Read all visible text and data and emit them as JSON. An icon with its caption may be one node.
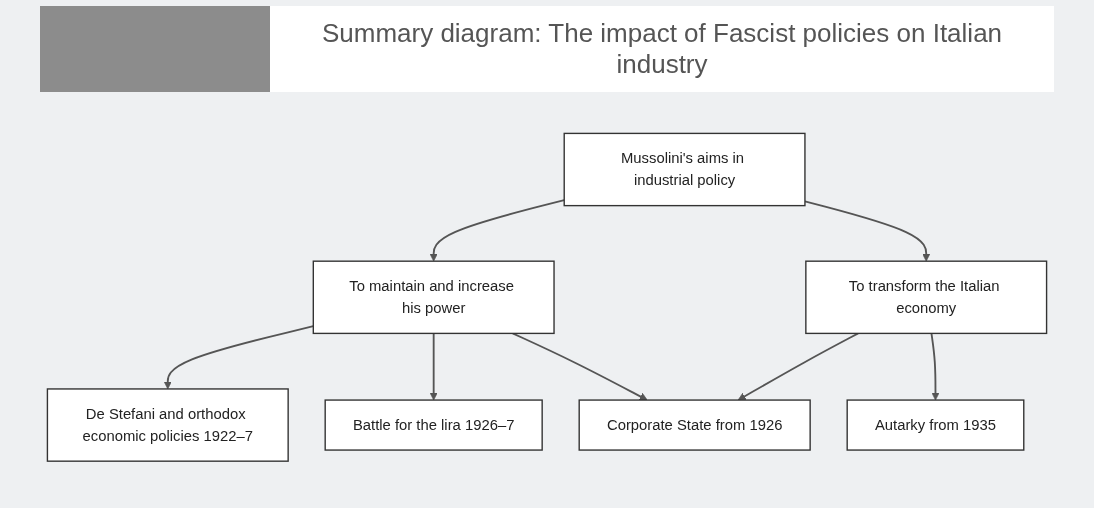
{
  "diagram": {
    "title": "Summary diagram: The impact of Fascist policies on Italian industry",
    "nodes": [
      {
        "text": [
          "Mussolini's aims in industrial policy"
        ]
      },
      {
        "text": [
          "To maintain and increase his power"
        ]
      },
      {
        "text": [
          "To transform the Italian economy"
        ]
      },
      {
        "text": [
          "De Stefani and orthodox economic policies 1922–7"
        ]
      },
      {
        "text": [
          "Battle for the lira 1926–7"
        ]
      },
      {
        "text": [
          "Corporate State from 1926"
        ]
      },
      {
        "text": [
          "Autarky from 1935"
        ]
      }
    ],
    "edges": [
      {
        "from": 0,
        "to": 1,
        "arrow": "to"
      },
      {
        "from": 0,
        "to": 2,
        "arrow": "to"
      },
      {
        "from": 1,
        "to": 3,
        "arrow": "to"
      },
      {
        "from": 1,
        "to": 4,
        "arrow": "to"
      },
      {
        "from": 1,
        "to": 5,
        "arrow": "to"
      },
      {
        "from": 2,
        "to": 5,
        "arrow": "to"
      },
      {
        "from": 2,
        "to": 6,
        "arrow": "to"
      }
    ]
  }
}
